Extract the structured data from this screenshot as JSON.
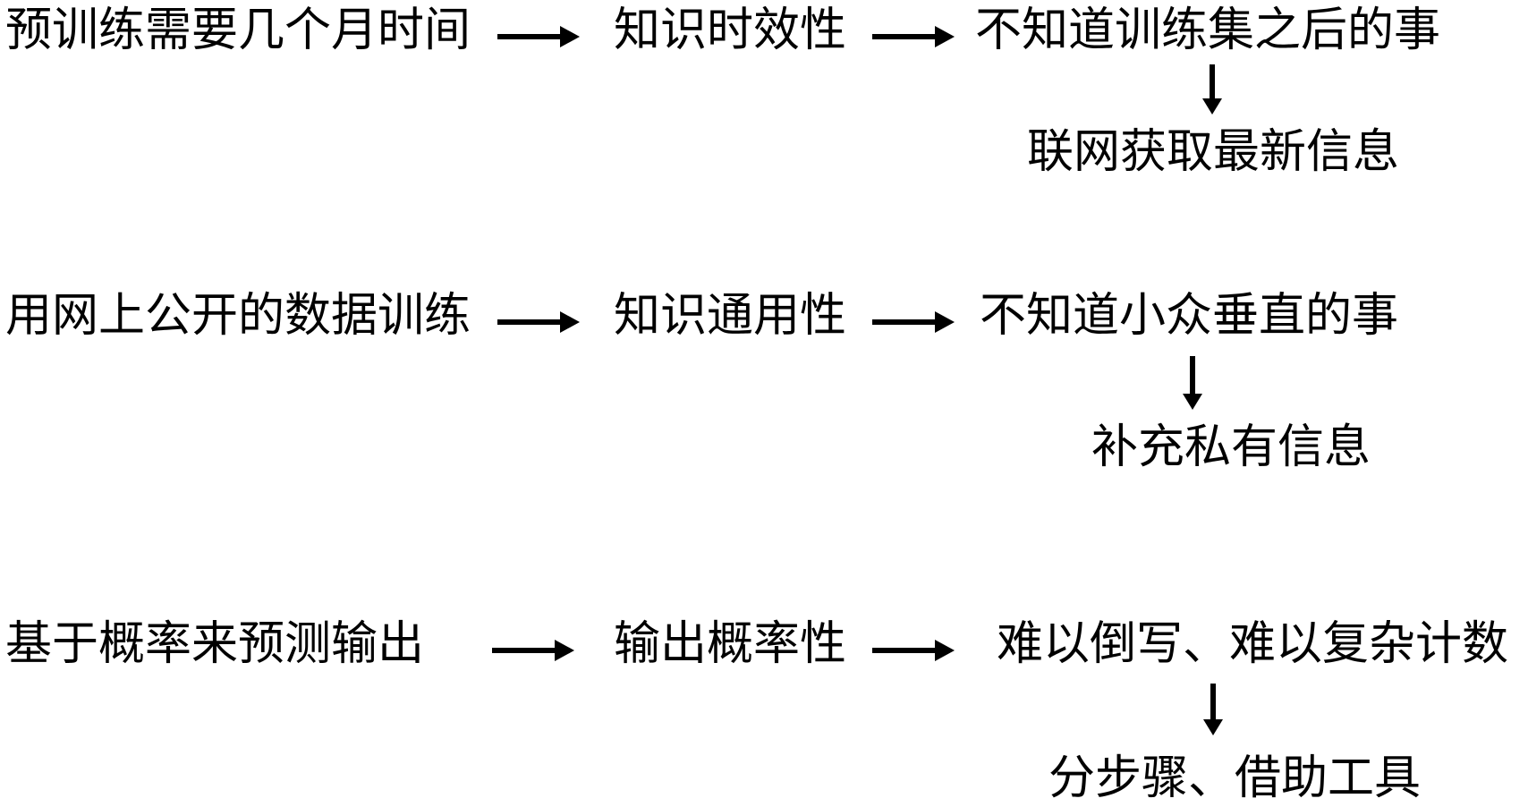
{
  "canvas": {
    "background_color": "#ffffff",
    "text_color": "#000000"
  },
  "diagram": {
    "type": "flow",
    "rows": [
      {
        "cause": "预训练需要几个月时间",
        "property": "知识时效性",
        "limitation": "不知道训练集之后的事",
        "solution": "联网获取最新信息"
      },
      {
        "cause": "用网上公开的数据训练",
        "property": "知识通用性",
        "limitation": "不知道小众垂直的事",
        "solution": "补充私有信息"
      },
      {
        "cause": "基于概率来预测输出",
        "property": "输出概率性",
        "limitation": "难以倒写、难以复杂计数",
        "solution": "分步骤、借助工具"
      }
    ]
  }
}
